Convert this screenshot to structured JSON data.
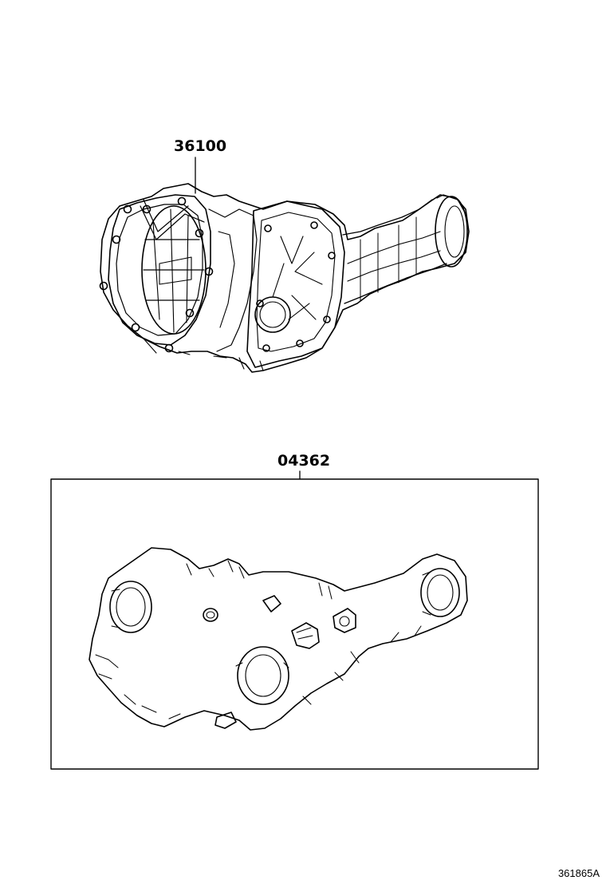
{
  "diagram": {
    "parts": [
      {
        "part_number": "36100",
        "icon": "transfer-case-assembly-drawing"
      },
      {
        "part_number": "04362",
        "icon": "transfer-gasket-kit-drawing"
      }
    ],
    "figure_id": "361865A"
  },
  "colors": {
    "line": "#000000",
    "background": "#ffffff"
  }
}
